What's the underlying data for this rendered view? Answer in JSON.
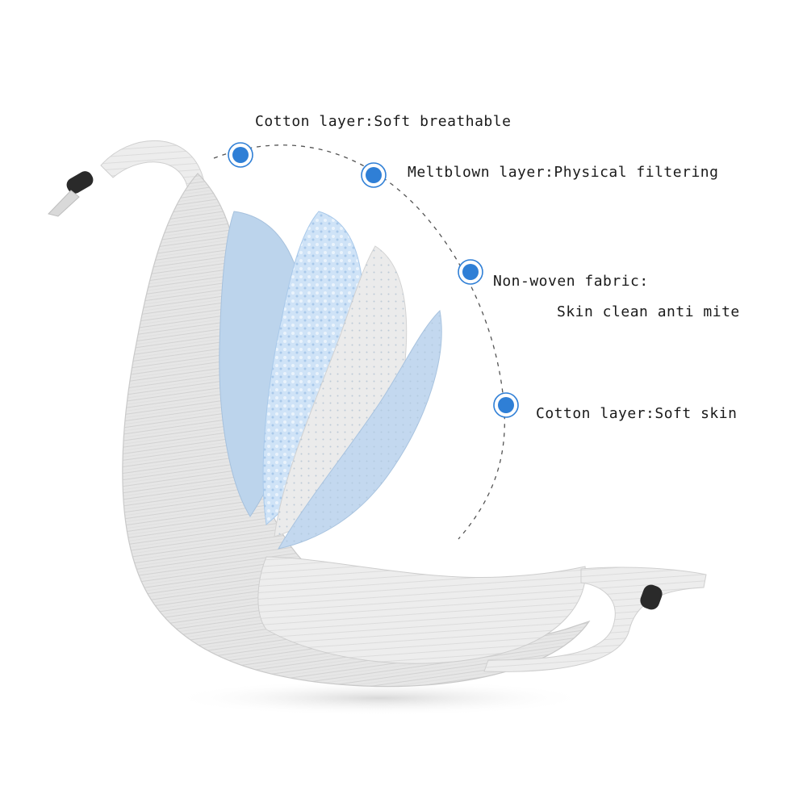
{
  "layers": [
    {
      "label": "Cotton layer:Soft breathable"
    },
    {
      "label": "Meltblown layer:Physical filtering"
    },
    {
      "label_line1": "Non-woven fabric:",
      "label_line2": "Skin clean anti mite"
    },
    {
      "label": "Cotton layer:Soft skin"
    }
  ],
  "colors": {
    "marker": "#2f7fd6",
    "fabric_outer": "#e4e4e4",
    "layer_blue": "#b9d3ec",
    "layer_meltblown": "#cfe3f7",
    "layer_white": "#ececec",
    "toggle": "#2a2a2a"
  }
}
